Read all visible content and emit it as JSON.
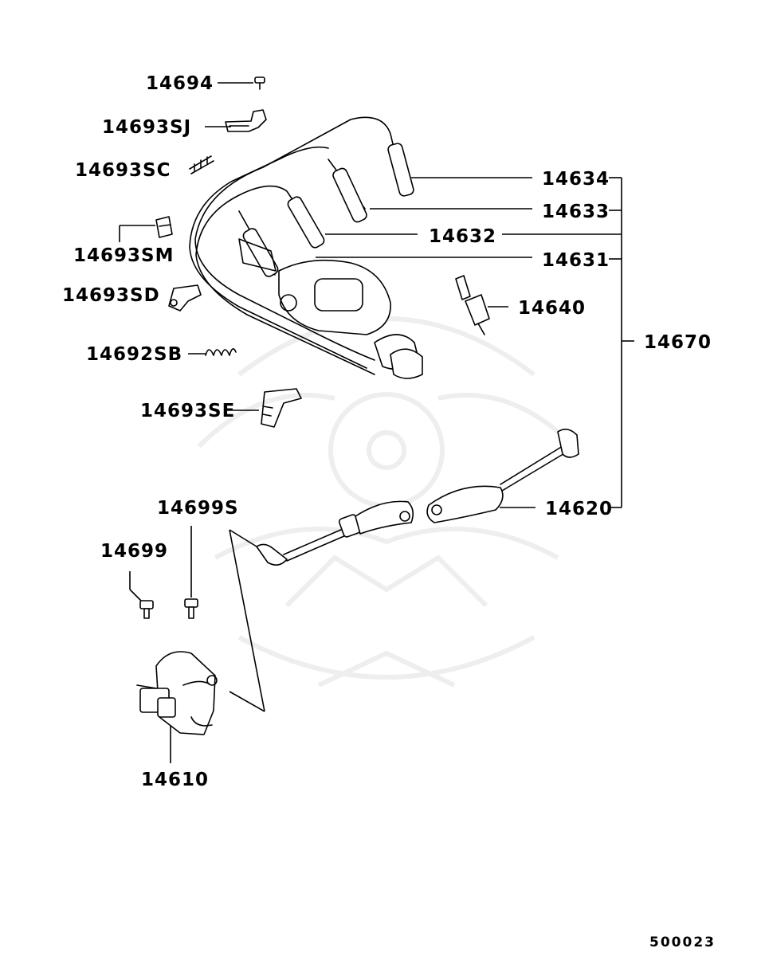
{
  "diagram": {
    "footer_code": "500023",
    "labels": {
      "p14694": "14694",
      "p14693SJ": "14693SJ",
      "p14693SC": "14693SC",
      "p14693SM": "14693SM",
      "p14693SD": "14693SD",
      "p14692SB": "14692SB",
      "p14693SE": "14693SE",
      "p14699S": "14699S",
      "p14699": "14699",
      "p14610": "14610",
      "p14634": "14634",
      "p14633": "14633",
      "p14632": "14632",
      "p14631": "14631",
      "p14640": "14640",
      "p14670": "14670",
      "p14620": "14620"
    }
  }
}
